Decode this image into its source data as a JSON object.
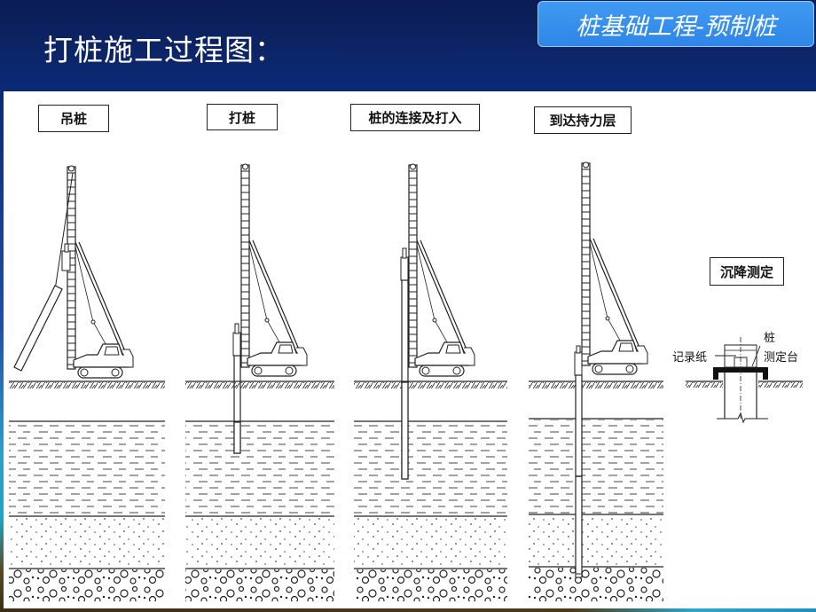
{
  "header": {
    "title": "打桩施工过程图：",
    "badge": "桩基础工程-预制桩",
    "background_color": "#0c2566",
    "badge_color": "#3a93ee"
  },
  "panels": [
    {
      "id": "lift",
      "label": "吊桩",
      "description": "pile lifted by rig, tilted pile hanging"
    },
    {
      "id": "drive",
      "label": "打桩",
      "description": "pile driven into soft clay layer"
    },
    {
      "id": "splice",
      "label": "桩的连接及打入",
      "description": "pile spliced and driven deeper"
    },
    {
      "id": "bearing",
      "label": "到达持力层",
      "description": "pile reaches bearing gravel layer"
    }
  ],
  "settlement_detail": {
    "title": "沉降测定",
    "labels": {
      "pile": "桩",
      "record_paper": "记录纸",
      "measuring_stand": "测定台"
    }
  },
  "soil_layers": [
    {
      "name": "surface-fill",
      "pattern": "hatch"
    },
    {
      "name": "topsoil-gap",
      "pattern": "blank"
    },
    {
      "name": "clay",
      "pattern": "dashes"
    },
    {
      "name": "sand",
      "pattern": "dots"
    },
    {
      "name": "gravel",
      "pattern": "circles"
    }
  ]
}
